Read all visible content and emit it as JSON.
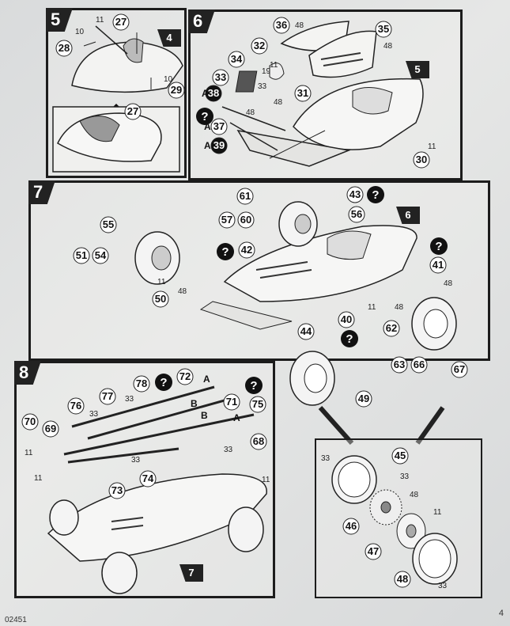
{
  "steps": {
    "s5": {
      "step": "5",
      "ref": "4",
      "parts": [
        "27",
        "28",
        "29",
        "27"
      ],
      "small": [
        "10",
        "11",
        "10"
      ]
    },
    "s6": {
      "step": "6",
      "ref": "5",
      "parts": [
        "36",
        "35",
        "32",
        "34",
        "33",
        "31",
        "38",
        "37",
        "39",
        "30"
      ],
      "small": [
        "48",
        "48",
        "11",
        "19",
        "33",
        "48",
        "48",
        "11"
      ],
      "letters": [
        "A",
        "A",
        "A"
      ]
    },
    "s7": {
      "step": "7",
      "ref": "6",
      "parts": [
        "61",
        "43",
        "57",
        "60",
        "56",
        "55",
        "42",
        "51",
        "54",
        "41",
        "50",
        "40",
        "62",
        "44",
        "63",
        "66",
        "67",
        "49"
      ],
      "small": [
        "11",
        "48",
        "48",
        "11",
        "48"
      ]
    },
    "s8": {
      "step": "8",
      "ref": "7",
      "parts": [
        "78",
        "72",
        "76",
        "77",
        "71",
        "75",
        "70",
        "69",
        "73",
        "74",
        "68"
      ],
      "small": [
        "33",
        "33",
        "33",
        "33",
        "11",
        "11",
        "11"
      ],
      "letters": [
        "A",
        "B",
        "B",
        "A"
      ]
    },
    "detail": {
      "parts": [
        "45",
        "46",
        "47",
        "48"
      ],
      "small": [
        "33",
        "33",
        "48",
        "11",
        "33"
      ]
    }
  },
  "footer": {
    "code": "02451",
    "page": "4"
  }
}
